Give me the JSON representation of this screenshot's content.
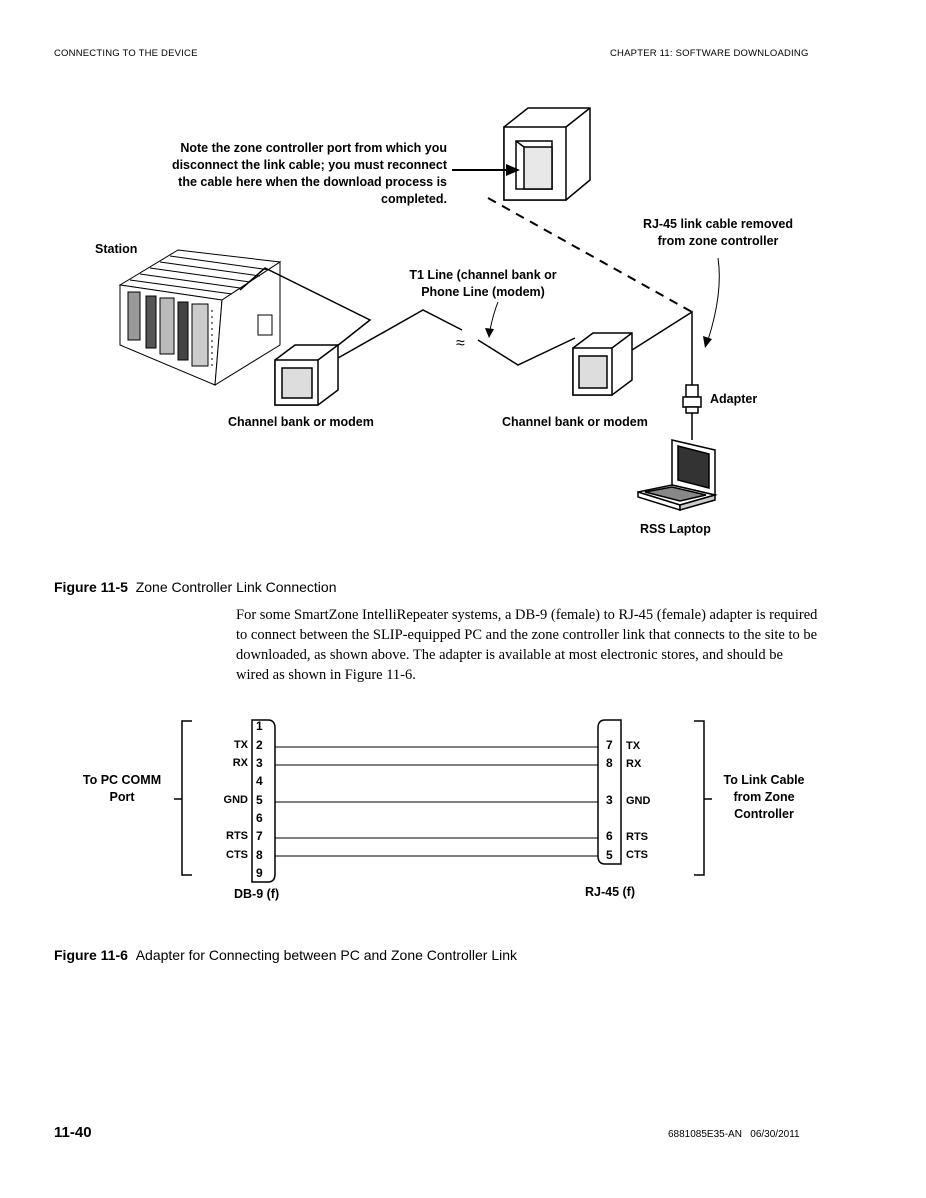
{
  "header": {
    "left": "Connecting to the Device",
    "right": "Chapter 11: Software Downloading"
  },
  "figure1": {
    "note_lines": [
      "Note the zone controller port from which you",
      "disconnect the link cable; you must reconnect",
      "the cable here when the download process is",
      "completed."
    ],
    "rj45_lines": [
      "RJ-45 link cable removed",
      "from zone controller"
    ],
    "station": "Station",
    "t1_lines": [
      "T1 Line (channel bank or",
      "Phone Line (modem)"
    ],
    "adapter": "Adapter",
    "channel_left": "Channel bank or modem",
    "channel_right": "Channel bank or modem",
    "laptop": "RSS Laptop",
    "caption_num": "Figure 11-5",
    "caption_text": "Zone Controller Link Connection"
  },
  "paragraph": "For some SmartZone IntelliRepeater systems, a DB-9 (female) to RJ-45 (female) adapter is required to connect between the SLIP-equipped PC and the zone controller link that connects to the site to be downloaded, as shown above. The adapter is available at most electronic stores, and should be wired as shown in Figure 11-6.",
  "figure2": {
    "left_label": [
      "To PC COMM",
      "Port"
    ],
    "right_label": [
      "To Link Cable",
      "from Zone",
      "Controller"
    ],
    "db9_label": "DB-9 (f)",
    "rj45_label": "RJ-45 (f)",
    "db9_pins": [
      "1",
      "2",
      "3",
      "4",
      "5",
      "6",
      "7",
      "8",
      "9"
    ],
    "db9_signals": [
      "",
      "TX",
      "RX",
      "",
      "GND",
      "",
      "RTS",
      "CTS",
      ""
    ],
    "rj45_pins": [
      "7",
      "8",
      "3",
      "6",
      "5"
    ],
    "rj45_signals": [
      "TX",
      "RX",
      "GND",
      "RTS",
      "CTS"
    ],
    "caption_num": "Figure 11-6",
    "caption_text": "Adapter for Connecting between PC and Zone Controller Link"
  },
  "footer": {
    "page": "11-40",
    "doc": "6881085E35-AN   06/30/2011"
  }
}
